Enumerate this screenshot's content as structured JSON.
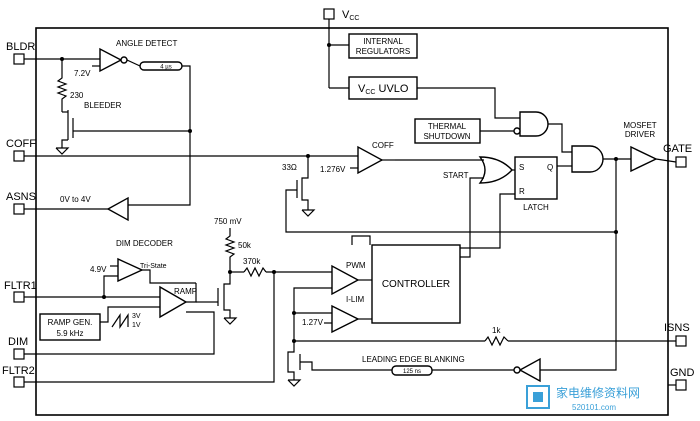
{
  "pins": {
    "vcc_main": "V",
    "vcc_sub": "CC",
    "bldr": "BLDR",
    "coff": "COFF",
    "asns": "ASNS",
    "fltr1": "FLTR1",
    "dim": "DIM",
    "fltr2": "FLTR2",
    "gate": "GATE",
    "isns": "ISNS",
    "gnd": "GND"
  },
  "blocks": {
    "internal_regulators": [
      "INTERNAL",
      "REGULATORS"
    ],
    "vcc_uvlo_main": "V",
    "vcc_uvlo_sub": "CC",
    "vcc_uvlo_tail": " UVLO",
    "thermal_shutdown": [
      "THERMAL",
      "SHUTDOWN"
    ],
    "controller": "CONTROLLER",
    "ramp_gen": [
      "RAMP GEN.",
      "5.9 kHz"
    ],
    "latch": "LATCH",
    "latch_s": "S",
    "latch_r": "R",
    "latch_q": "Q"
  },
  "labels": {
    "angle_detect": "ANGLE DETECT",
    "bleeder": "BLEEDER",
    "coff": "COFF",
    "mosfet_driver": [
      "MOSFET",
      "DRIVER"
    ],
    "start": "START",
    "dim_decoder": "DIM DECODER",
    "tri_state": "Tri-State",
    "ramp": "RAMP",
    "pwm": "PWM",
    "ilim": "I-LIM",
    "leading_edge_blanking": "LEADING EDGE BLANKING",
    "zero_to_4v": "0V to 4V"
  },
  "values": {
    "v_7_2": "7.2V",
    "r_230": "230",
    "t_4us": "4 µs",
    "r_33": "33Ω",
    "v_1_276": "1.276V",
    "v_750mv": "750 mV",
    "r_50k": "50k",
    "r_370k": "370k",
    "v_4_9": "4.9V",
    "v_3v": "3V",
    "v_1v": "1V",
    "v_1_27": "1.27V",
    "r_1k": "1k",
    "t_125ns": "125 ns"
  },
  "watermark": {
    "brand": "家电维修资料网",
    "url": "520101.com"
  },
  "colors": {
    "line": "#000000",
    "background": "#ffffff",
    "watermark": "#3aa0d8"
  }
}
